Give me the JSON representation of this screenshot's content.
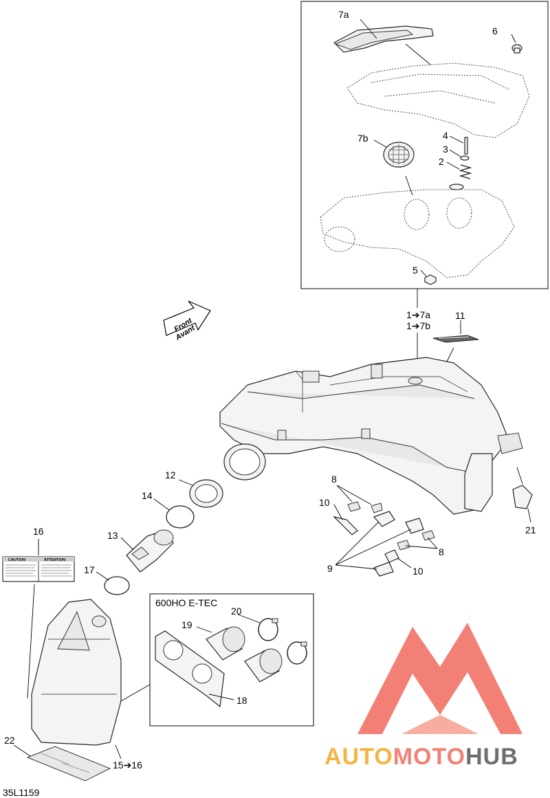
{
  "callouts": {
    "c7a": "7a",
    "c6": "6",
    "c7b": "7b",
    "c4": "4",
    "c3": "3",
    "c2": "2",
    "c5": "5",
    "c1_7a": "1➔7a",
    "c1_7b": "1➔7b",
    "c11": "11",
    "c12": "12",
    "c14": "14",
    "c13": "13",
    "c17": "17",
    "c16": "16",
    "c8a": "8",
    "c10a": "10",
    "c9": "9",
    "c8b": "8",
    "c10b": "10",
    "c21": "21",
    "c20": "20",
    "c19": "19",
    "c18": "18",
    "c22": "22",
    "c15_16": "15➔16"
  },
  "front_marker": {
    "line1": "Front",
    "line2": "Avant"
  },
  "variant_box": {
    "title": "600HO E-TEC"
  },
  "warning_label": {
    "caution": "CAUTION",
    "attention": "ATTENTION"
  },
  "figure_code": "35L1159",
  "watermark": {
    "text_part1": "AUTO",
    "text_part2": "MOTO",
    "text_part3": "HUB",
    "color_orange": "#f5a623",
    "color_red": "#f06a5e",
    "color_gray": "#555555"
  }
}
